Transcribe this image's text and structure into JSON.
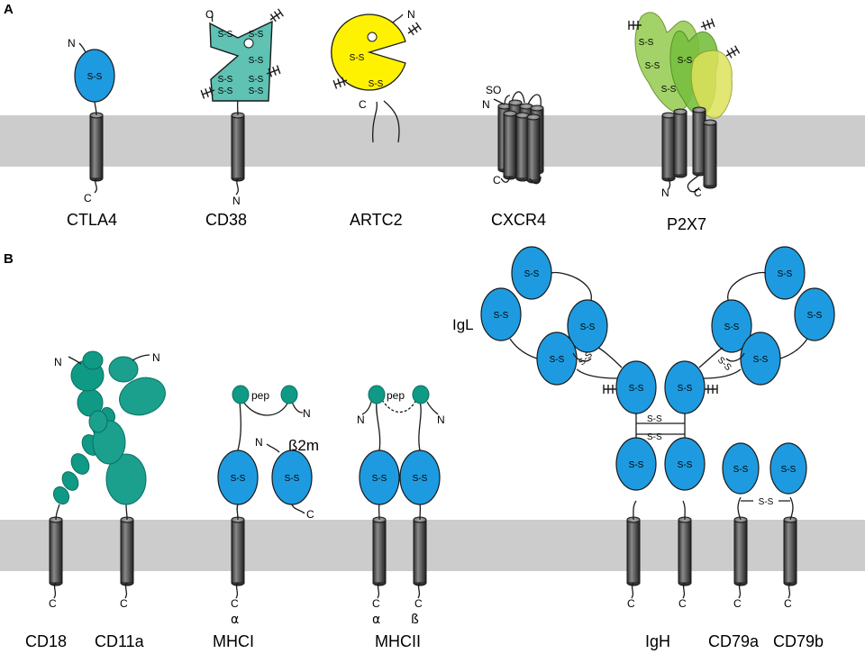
{
  "panels": {
    "a": {
      "letter": "A",
      "proteins": [
        {
          "key": "ctla4",
          "name": "CTLA4",
          "domain_label": "S-S",
          "n_term": "N",
          "c_term": "C"
        },
        {
          "key": "cd38",
          "name": "CD38",
          "domain_labels": [
            "S-S",
            "S-S",
            "S-S",
            "S-S",
            "S-S",
            "S-S",
            "S-S"
          ],
          "n_term": "N",
          "c_term": "C"
        },
        {
          "key": "artc2",
          "name": "ARTC2",
          "domain_labels": [
            "S-S",
            "S-S"
          ],
          "n_term": "N",
          "c_term": "C"
        },
        {
          "key": "cxcr4",
          "name": "CXCR4",
          "so_label": "SO",
          "n_term": "N",
          "c_term": "C"
        },
        {
          "key": "p2x7",
          "name": "P2X7",
          "domain_labels": [
            "S-S",
            "S-S",
            "S-S",
            "S-S"
          ],
          "n_term": "N",
          "c_term": "C"
        }
      ]
    },
    "b": {
      "letter": "B",
      "proteins": [
        {
          "key": "cd18",
          "name": "CD18",
          "n_term": "N",
          "c_term": "C"
        },
        {
          "key": "cd11a",
          "name": "CD11a",
          "n_term": "N",
          "c_term": "C"
        },
        {
          "key": "mhci",
          "name": "MHCI",
          "pep": "pep",
          "b2m": "ß2m",
          "domain_label": "S-S",
          "alpha": "α",
          "n_term": "N",
          "c_term": "C"
        },
        {
          "key": "mhcii",
          "name": "MHCII",
          "pep": "pep",
          "domain_label": "S-S",
          "alpha": "α",
          "beta": "ß",
          "n_term": "N",
          "c_term": "C"
        },
        {
          "key": "igh",
          "name": "IgH",
          "igl": "IgL",
          "domain_label": "S-S",
          "c_term": "C"
        },
        {
          "key": "cd79",
          "name_a": "CD79a",
          "name_b": "CD79b",
          "domain_label": "S-S",
          "c_term": "C"
        }
      ]
    }
  },
  "colors": {
    "membrane": "#cccccc",
    "ig_domain": "#1e9be0",
    "integrin": "#0f9a86",
    "cd38": "#5fc2b3",
    "artc2": "#fff200",
    "p2x7_light": "#9fd160",
    "p2x7_dark": "#6fb83a",
    "p2x7_yellow": "#dde25a",
    "tm_helix": "#555555"
  }
}
